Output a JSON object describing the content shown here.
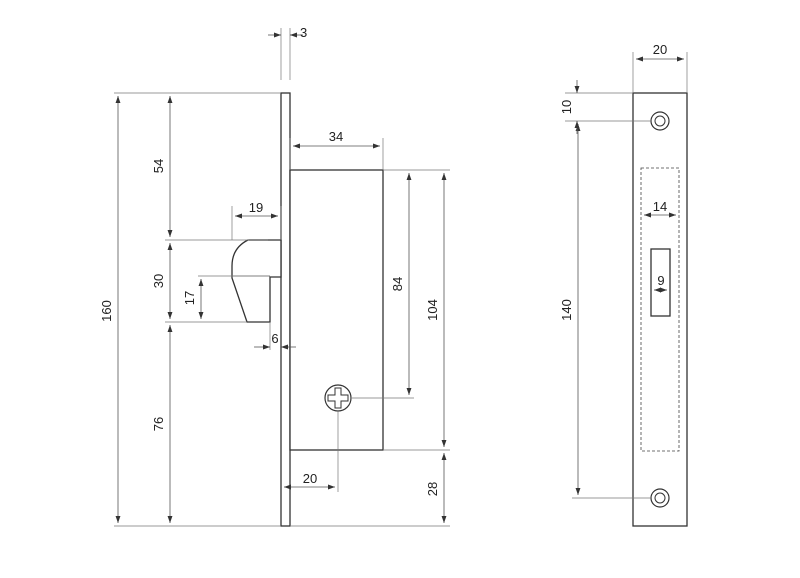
{
  "side_view": {
    "faceplate_thickness": "3",
    "body_depth": "34",
    "hook_reach": "19",
    "top_to_hook": "54",
    "hook_height": "30",
    "hook_inner": "17",
    "bottom_to_hook": "76",
    "total_height": "160",
    "hook_gap": "6",
    "screw_to_top": "84",
    "body_height": "104",
    "screw_offset": "20",
    "bottom_margin": "28"
  },
  "front_view": {
    "plate_width": "20",
    "hole_offset": "10",
    "hole_spacing": "140",
    "slot_width": "14",
    "window_width": "9"
  },
  "colors": {
    "line": "#333333",
    "text": "#222222",
    "background": "#ffffff"
  },
  "icons": [
    "screw-head-icon",
    "mounting-hole-icon"
  ]
}
